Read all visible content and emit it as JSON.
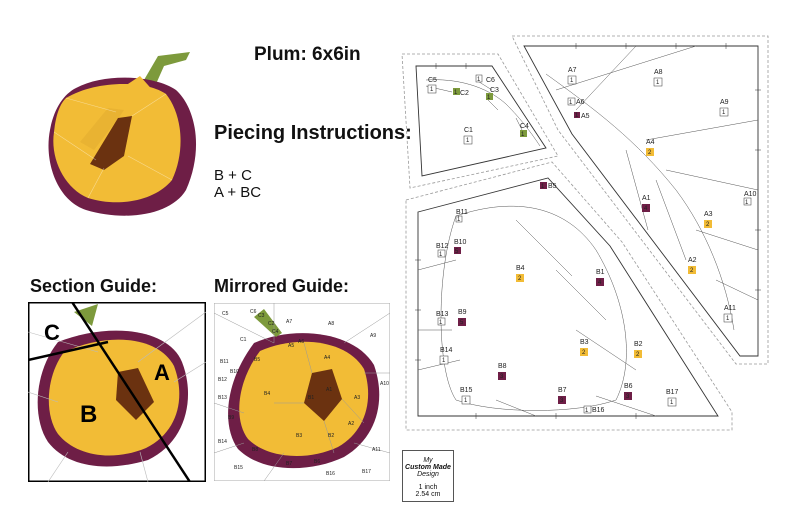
{
  "title": "Plum: 6x6in",
  "piecing": {
    "heading": "Piecing Instructions:",
    "steps": [
      "B + C",
      "A + BC"
    ]
  },
  "section_guide": {
    "heading": "Section Guide:",
    "labels": [
      "C",
      "A",
      "B"
    ]
  },
  "mirrored_guide": {
    "heading": "Mirrored Guide:",
    "labels": [
      "C5",
      "C6",
      "C1",
      "C4",
      "C2",
      "C3",
      "A7",
      "A8",
      "A9",
      "A4",
      "A1",
      "A2",
      "A10",
      "A3",
      "A5",
      "A6",
      "A11",
      "B4",
      "B1",
      "B2",
      "B3",
      "B5",
      "B6",
      "B7",
      "B8",
      "B9",
      "B10",
      "B11",
      "B12",
      "B13",
      "B14",
      "B15",
      "B16",
      "B17"
    ]
  },
  "template_c": {
    "pieces": [
      {
        "label": "C5",
        "num": "1"
      },
      {
        "label": "C6",
        "num": "1"
      },
      {
        "label": "C2",
        "num": "1"
      },
      {
        "label": "C3",
        "num": "1"
      },
      {
        "label": "C1",
        "num": "1"
      },
      {
        "label": "C4",
        "num": "1"
      }
    ]
  },
  "template_a": {
    "pieces": [
      {
        "label": "A7",
        "num": "1"
      },
      {
        "label": "A8",
        "num": "1"
      },
      {
        "label": "A6",
        "num": "1"
      },
      {
        "label": "A5",
        "num": "1"
      },
      {
        "label": "A9",
        "num": "1"
      },
      {
        "label": "A4",
        "num": "2"
      },
      {
        "label": "A10",
        "num": "1"
      },
      {
        "label": "A1",
        "num": "4"
      },
      {
        "label": "A3",
        "num": "2"
      },
      {
        "label": "A2",
        "num": "2"
      },
      {
        "label": "A11",
        "num": "1"
      }
    ]
  },
  "template_b": {
    "pieces": [
      {
        "label": "B5",
        "num": "1"
      },
      {
        "label": "B11",
        "num": "1"
      },
      {
        "label": "B12",
        "num": "1"
      },
      {
        "label": "B10",
        "num": "5"
      },
      {
        "label": "B4",
        "num": "2"
      },
      {
        "label": "B1",
        "num": "4"
      },
      {
        "label": "B13",
        "num": "1"
      },
      {
        "label": "B9",
        "num": "5"
      },
      {
        "label": "B3",
        "num": "2"
      },
      {
        "label": "B2",
        "num": "2"
      },
      {
        "label": "B14",
        "num": "1"
      },
      {
        "label": "B8",
        "num": "3"
      },
      {
        "label": "B7",
        "num": "3"
      },
      {
        "label": "B6",
        "num": "3"
      },
      {
        "label": "B15",
        "num": "1"
      },
      {
        "label": "B17",
        "num": "1"
      },
      {
        "label": "B16",
        "num": "1"
      }
    ]
  },
  "logo": {
    "lines": [
      "My",
      "Custom Made",
      "Design"
    ],
    "scale_1": "1 inch",
    "scale_2": "2.54 cm"
  },
  "colors": {
    "yellow": "#f2bc36",
    "purple": "#6e1e46",
    "brown": "#6b3210",
    "stem": "#7d9a3c",
    "num_dark": "#5a1530",
    "num_yellow": "#f2bc36"
  }
}
